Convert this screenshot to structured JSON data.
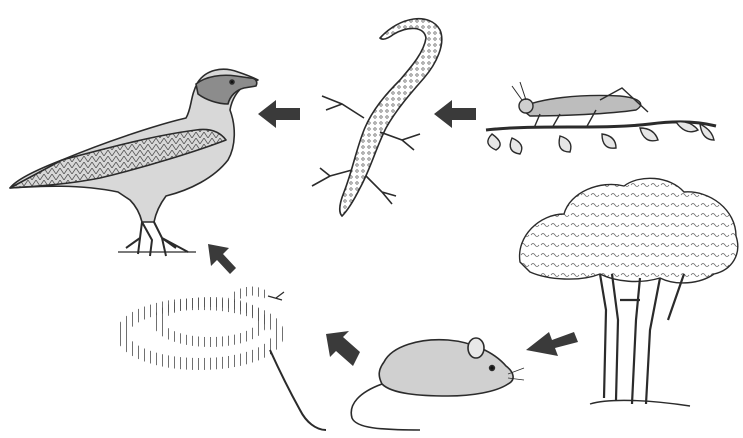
{
  "diagram": {
    "kind": "food web illustration",
    "organisms": [
      {
        "id": "eagle",
        "icon": "eagle-icon"
      },
      {
        "id": "lizard",
        "icon": "lizard-icon"
      },
      {
        "id": "grasshopper",
        "icon": "grasshopper-icon"
      },
      {
        "id": "tree",
        "icon": "tree-icon"
      },
      {
        "id": "mouse",
        "icon": "mouse-icon"
      },
      {
        "id": "snake",
        "icon": "snake-icon"
      }
    ],
    "arrows": [
      {
        "from": "lizard",
        "to": "eagle"
      },
      {
        "from": "grasshopper",
        "to": "lizard"
      },
      {
        "from": "tree",
        "to": "mouse"
      },
      {
        "from": "mouse",
        "to": "snake"
      },
      {
        "from": "snake",
        "to": "eagle"
      }
    ],
    "colors": {
      "ink": "#2b2b2b",
      "arrow": "#3a3a3a",
      "background": "#ffffff",
      "shade": "#9a9a9a"
    }
  }
}
